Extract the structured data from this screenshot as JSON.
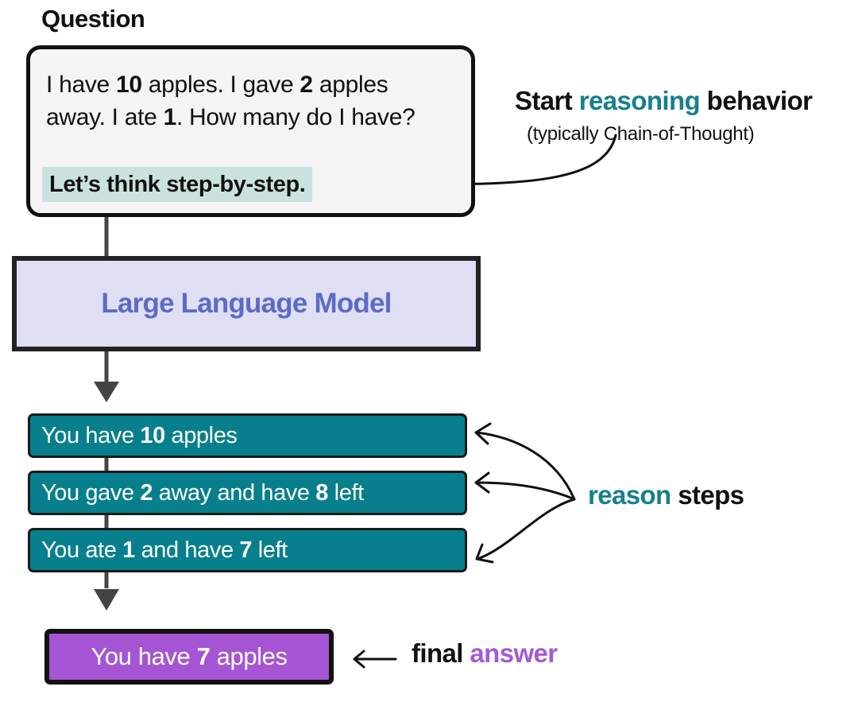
{
  "heading": "Question",
  "question": {
    "line1": {
      "t1": "I have ",
      "n1": "10",
      "t2": " apples. I gave ",
      "n2": "2",
      "t3": " apples"
    },
    "line2": {
      "t1": "away. I ate ",
      "n1": "1",
      "t2": ". How many do I have?"
    },
    "prompt": "Let’s think step-by-step."
  },
  "model": {
    "label": "Large Language Model"
  },
  "steps": [
    {
      "t1": "You have ",
      "n1": "10",
      "t2": " apples",
      "t3": "",
      "n2": "",
      "t4": ""
    },
    {
      "t1": "You gave ",
      "n1": "2",
      "t2": " away and have ",
      "n2": "8",
      "t3": " left"
    },
    {
      "t1": "You ate ",
      "n1": "1",
      "t2": " and have ",
      "n2": "7",
      "t3": " left"
    }
  ],
  "answer": {
    "t1": "You have ",
    "n1": "7",
    "t2": " apples"
  },
  "annotations": {
    "reasoning": {
      "pre": "Start ",
      "accent": "reasoning",
      "post": " behavior",
      "note": "(typically Chain-of-Thought)"
    },
    "steps": {
      "accent": "reason",
      "post": " steps"
    },
    "answer": {
      "pre": "final ",
      "accent": "answer"
    }
  },
  "colors": {
    "step_fill": "#087f8c",
    "model_fill": "#dedff2",
    "model_text": "#5d6ac7",
    "answer_fill": "#a555d4",
    "prompt_highlight": "#c9e2e0",
    "teal_accent": "#16808c",
    "purple_accent": "#a35bd1"
  }
}
